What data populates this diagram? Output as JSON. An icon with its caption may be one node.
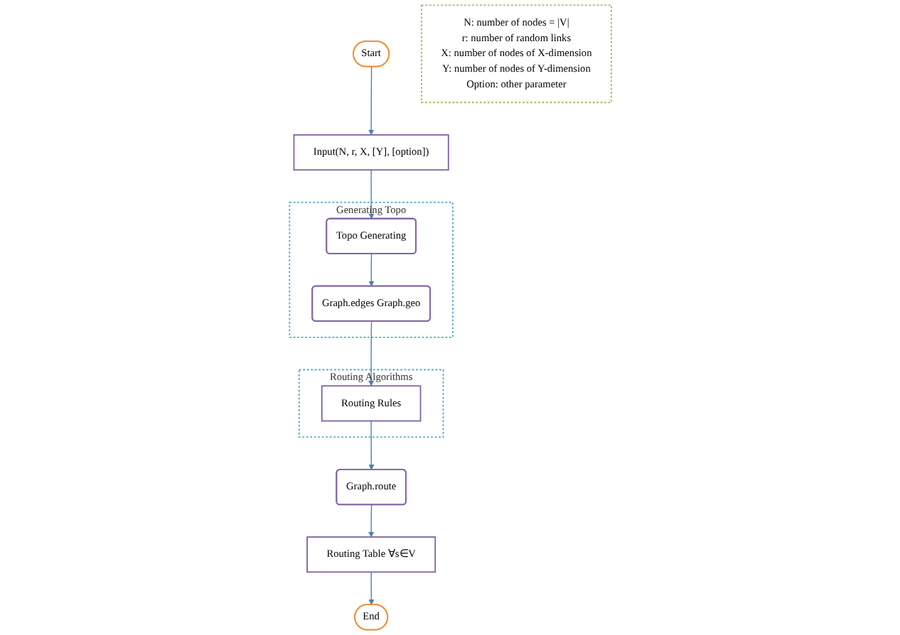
{
  "diagram": {
    "nodes": [
      {
        "text": [
          "Start"
        ]
      },
      {
        "text": [
          "Input(N, r, X, [Y], [option])"
        ]
      },
      {
        "text": [
          "Generating Topo"
        ]
      },
      {
        "text": [
          "Topo Generating"
        ],
        "in": 2
      },
      {
        "text": [
          "Graph.edges Graph.geo"
        ],
        "in": 2
      },
      {
        "text": [
          "Routing Algorithms"
        ]
      },
      {
        "text": [
          "Routing Rules"
        ],
        "in": 5
      },
      {
        "text": [
          "Graph.route"
        ]
      },
      {
        "text": [
          "Routing Table ∀s∈V"
        ]
      },
      {
        "text": [
          "End"
        ]
      },
      {
        "text": [
          "N: number of nodes = |V|",
          "r: number of random links",
          "X: number of nodes of X-dimension",
          "Y: number of nodes of Y-dimension",
          "Option: other parameter"
        ]
      }
    ],
    "edges": [
      {
        "from": 0,
        "to": 1,
        "arrow": "to"
      },
      {
        "from": 1,
        "to": 3,
        "arrow": "to"
      },
      {
        "from": 3,
        "to": 4,
        "arrow": "to"
      },
      {
        "from": 4,
        "to": 6,
        "arrow": "to"
      },
      {
        "from": 6,
        "to": 7,
        "arrow": "to"
      },
      {
        "from": 7,
        "to": 8,
        "arrow": "to"
      },
      {
        "from": 8,
        "to": 9,
        "arrow": "to"
      }
    ]
  }
}
